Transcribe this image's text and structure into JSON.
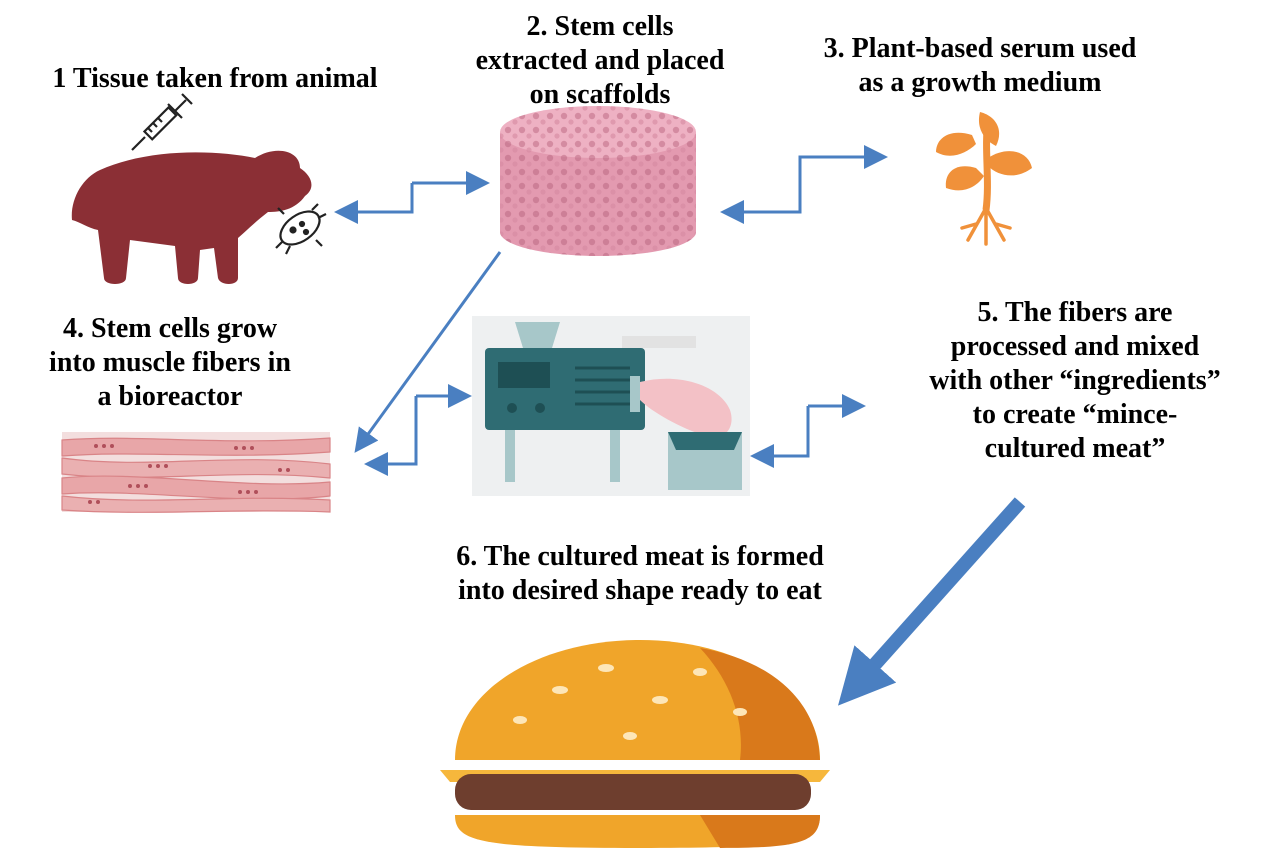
{
  "steps": [
    {
      "id": 1,
      "text": "1 Tissue taken from animal"
    },
    {
      "id": 2,
      "text": "2. Stem cells\nextracted and placed\non scaffolds"
    },
    {
      "id": 3,
      "text": "3. Plant-based serum used\nas a growth medium"
    },
    {
      "id": 4,
      "text": "4. Stem cells grow\ninto muscle fibers in\na bioreactor"
    },
    {
      "id": 5,
      "text": "5. The fibers are\nprocessed and mixed\nwith other “ingredients”\nto create “mince-\ncultured meat”"
    },
    {
      "id": 6,
      "text": "6. The cultured meat is formed\ninto desired shape ready to eat"
    }
  ],
  "icons": {
    "animal": "bear-icon",
    "syringe": "syringe-icon",
    "bacteria": "bacteria-icon",
    "scaffold": "scaffold-cylinder-image",
    "plant": "plant-seedling-icon",
    "fibers": "muscle-fibers-image",
    "machine": "meat-grinder-machine-image",
    "burger": "burger-image"
  },
  "colors": {
    "arrow": "#4a7fc1",
    "animal": "#8b2f35",
    "plant": "#f0913a",
    "scaffold": "#e39ab0",
    "fibers": "#e8a6a8",
    "machine": "#2f6c73",
    "bun": "#f0a52a",
    "patty": "#6e3e2e",
    "cheese": "#f6b73c"
  }
}
